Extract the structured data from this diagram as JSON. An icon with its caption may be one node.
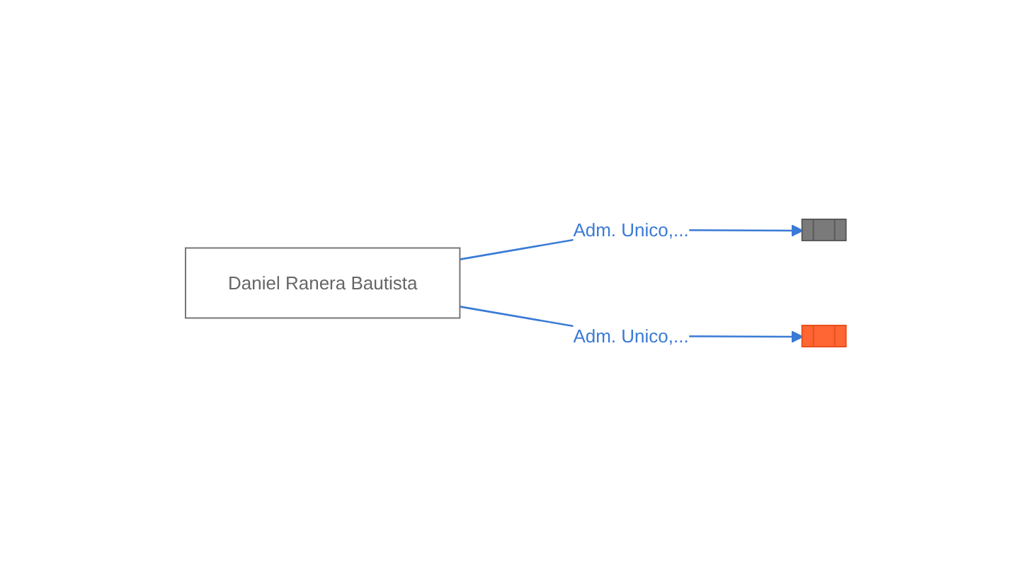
{
  "diagram": {
    "nodes": [
      {
        "text": [
          "Daniel Ranera Bautista"
        ]
      },
      {
        "text": [],
        "shape": "building"
      },
      {
        "text": [],
        "shape": "building"
      }
    ],
    "edges": [
      {
        "from": 0,
        "to": 1,
        "label": "Adm. Unico,...",
        "arrow": "to"
      },
      {
        "from": 0,
        "to": 2,
        "label": "Adm. Unico,...",
        "arrow": "to"
      }
    ]
  }
}
